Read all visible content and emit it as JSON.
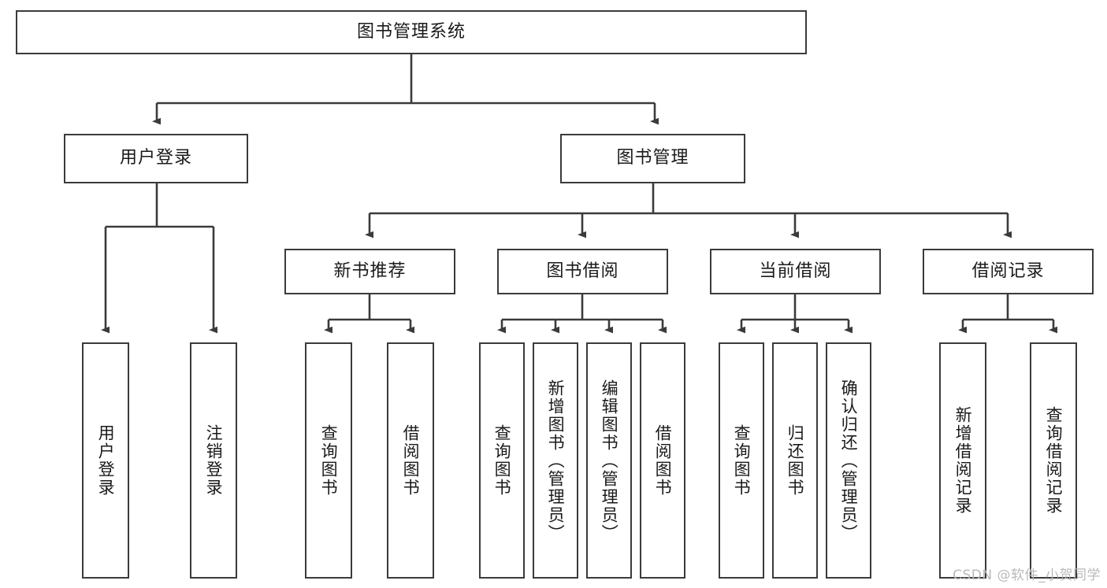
{
  "diagram": {
    "title": "图书管理系统",
    "type": "tree-hierarchy-diagram",
    "watermark": "CSDN @软件_小贺同学",
    "colors": {
      "border": "#3b3b3b",
      "background": "#ffffff",
      "text": "#1a1a1a",
      "connector": "#3b3b3b",
      "watermark": "#b9b9b9"
    },
    "levels": {
      "root": {
        "label": "图书管理系统"
      },
      "level2": [
        {
          "label": "用户登录"
        },
        {
          "label": "图书管理"
        }
      ],
      "level3": [
        {
          "label": "新书推荐"
        },
        {
          "label": "图书借阅"
        },
        {
          "label": "当前借阅"
        },
        {
          "label": "借阅记录"
        }
      ],
      "leaves": {
        "user_login": [
          {
            "label": "用户登录"
          },
          {
            "label": "注销登录"
          }
        ],
        "new_book_recommend": [
          {
            "label": "查询图书"
          },
          {
            "label": "借阅图书"
          }
        ],
        "book_borrow": [
          {
            "label": "查询图书"
          },
          {
            "label": "新增图书（管理员）"
          },
          {
            "label": "编辑图书（管理员）"
          },
          {
            "label": "借阅图书"
          }
        ],
        "current_borrow": [
          {
            "label": "查询图书"
          },
          {
            "label": "归还图书"
          },
          {
            "label": "确认归还（管理员）"
          }
        ],
        "borrow_record": [
          {
            "label": "新增借阅记录"
          },
          {
            "label": "查询借阅记录"
          }
        ]
      }
    }
  }
}
